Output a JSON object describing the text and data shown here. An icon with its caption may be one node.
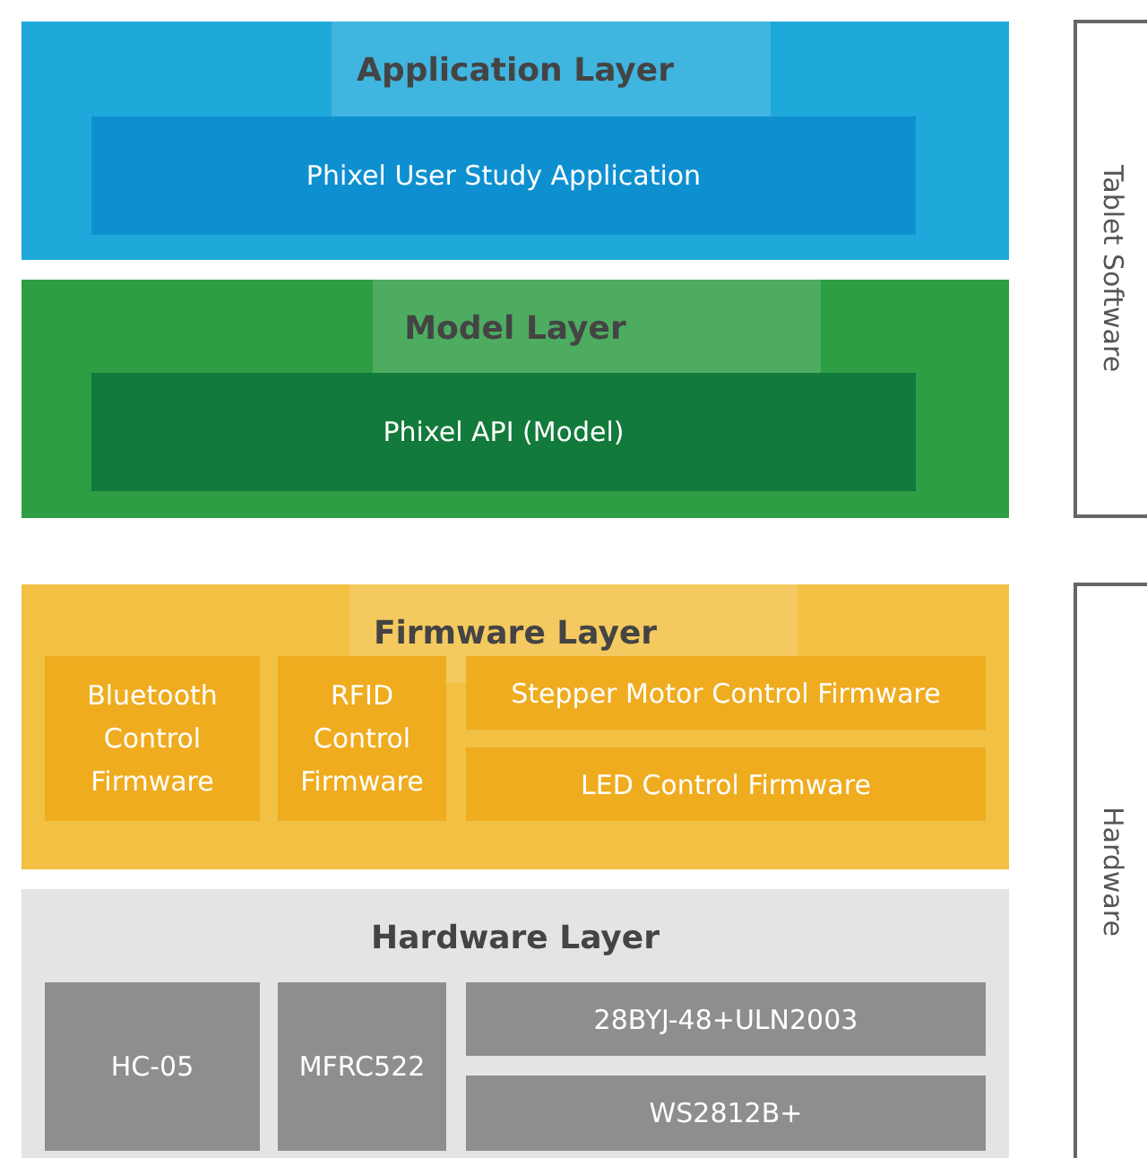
{
  "diagram": {
    "nodes": [
      {
        "text": [
          "Application Layer"
        ]
      },
      {
        "text": [
          "Phixel User Study Application"
        ],
        "in": 0
      },
      {
        "text": [
          "Model Layer"
        ]
      },
      {
        "text": [
          "Phixel API (Model)"
        ],
        "in": 2
      },
      {
        "text": [
          "Firmware Layer"
        ]
      },
      {
        "text": [
          "Bluetooth Control Firmware"
        ],
        "in": 4
      },
      {
        "text": [
          "RFID Control Firmware"
        ],
        "in": 4
      },
      {
        "text": [
          "Stepper Motor Control Firmware"
        ],
        "in": 4
      },
      {
        "text": [
          "LED Control Firmware"
        ],
        "in": 4
      },
      {
        "text": [
          "Hardware Layer"
        ]
      },
      {
        "text": [
          "HC-05"
        ],
        "in": 9
      },
      {
        "text": [
          "MFRC522"
        ],
        "in": 9
      },
      {
        "text": [
          "28BYJ-48+ULN2003"
        ],
        "in": 9
      },
      {
        "text": [
          "WS2812B+"
        ],
        "in": 9
      }
    ],
    "labels": [
      "Tablet Software",
      "Hardware"
    ]
  }
}
